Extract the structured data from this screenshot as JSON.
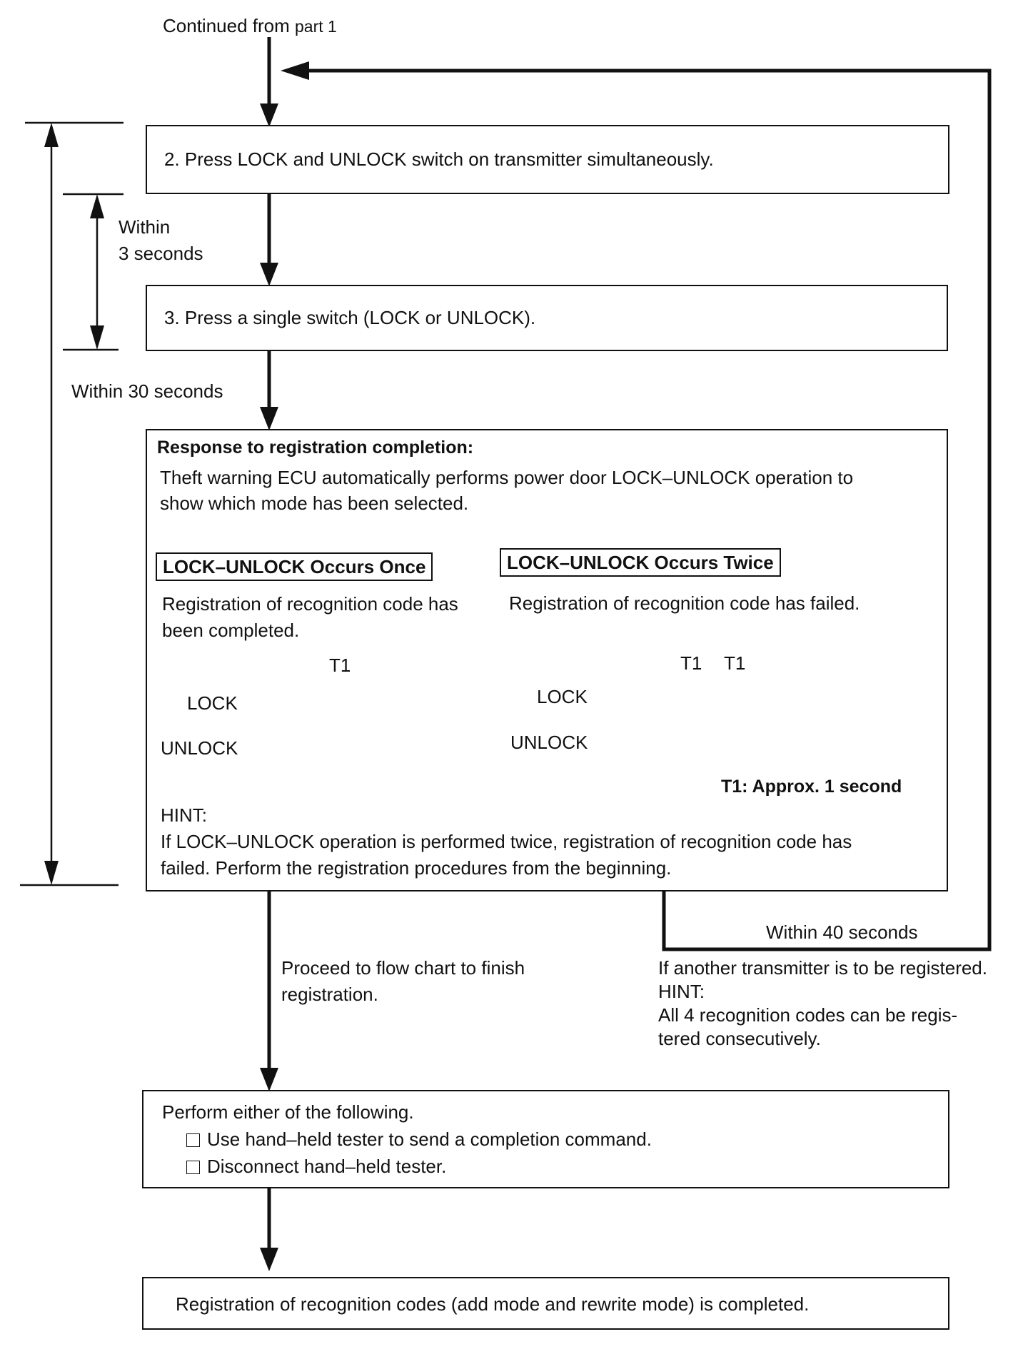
{
  "header": {
    "continued_from": "Continued from ",
    "continued_part": "part 1"
  },
  "timing": {
    "within_3_line1": "Within",
    "within_3_line2": "3 seconds",
    "within_30": "Within 30 seconds",
    "within_40": "Within 40 seconds"
  },
  "steps": {
    "step2": "2.   Press LOCK and UNLOCK switch on transmitter simultaneously.",
    "step3": "3.   Press a single switch (LOCK or UNLOCK)."
  },
  "response": {
    "title": "Response to registration completion:",
    "desc_line1": "Theft warning ECU automatically performs power door LOCK–UNLOCK operation to",
    "desc_line2": "show which mode has been selected.",
    "once": {
      "label": "LOCK–UNLOCK Occurs Once",
      "line1": "Registration of recognition code has",
      "line2": "been completed."
    },
    "twice": {
      "label": "LOCK–UNLOCK Occurs Twice",
      "line1": "Registration of recognition code has failed."
    },
    "signal": {
      "lock": "LOCK",
      "unlock": "UNLOCK",
      "t1": "T1",
      "note": "T1: Approx. 1 second"
    },
    "hint_label": "HINT:",
    "hint_line1": "If LOCK–UNLOCK operation is performed twice, registration of recognition code has",
    "hint_line2": "failed. Perform the registration procedures from the beginning."
  },
  "proceed": {
    "line1": "Proceed to flow chart to finish",
    "line2": "registration."
  },
  "another": {
    "line1": "If another transmitter is to be registered.",
    "hint": "HINT:",
    "line2": "All 4 recognition codes can be regis-",
    "line3": "tered consecutively."
  },
  "perform": {
    "title": "Perform either of the following.",
    "option1": "Use hand–held tester to send a completion command.",
    "option2": "Disconnect hand–held tester."
  },
  "final": {
    "text": "Registration of recognition codes (add mode and rewrite mode) is completed."
  }
}
